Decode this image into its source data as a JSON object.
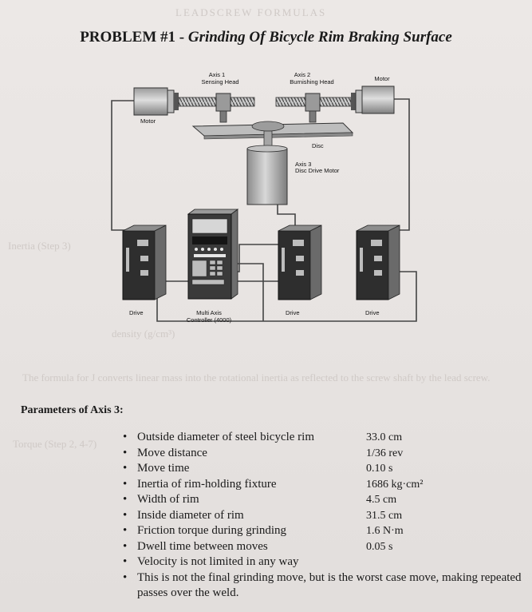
{
  "title": {
    "prefix": "PROBLEM #1 - ",
    "italic": "Grinding Of Bicycle Rim Braking Surface"
  },
  "diagram": {
    "axis1_label": "Axis 1",
    "axis1_sub": "Sensing Head",
    "axis2_label": "Axis 2",
    "axis2_sub": "Burnishing Head",
    "motor_right": "Motor",
    "motor_left": "Motor",
    "disc": "Disc",
    "axis3_label": "Axis 3",
    "axis3_sub": "Disc Drive Motor",
    "drive_labels": [
      "Drive",
      "Drive",
      "Drive"
    ],
    "controller_label": "Multi Axis",
    "controller_sub": "Controller (4000)"
  },
  "parameters": {
    "heading": "Parameters of Axis 3:",
    "items": [
      {
        "label": "Outside diameter of steel bicycle rim",
        "value": "33.0 cm"
      },
      {
        "label": "Move distance",
        "value": "1/36 rev"
      },
      {
        "label": "Move time",
        "value": "0.10 s"
      },
      {
        "label": "Inertia of rim-holding fixture",
        "value": "1686 kg·cm²"
      },
      {
        "label": "Width of rim",
        "value": "4.5 cm"
      },
      {
        "label": "Inside diameter of rim",
        "value": "31.5 cm"
      },
      {
        "label": "Friction torque during grinding",
        "value": "1.6 N·m"
      },
      {
        "label": "Dwell time between moves",
        "value": "0.05 s"
      },
      {
        "label": "Velocity is not limited in any way",
        "value": ""
      },
      {
        "label": "This is not the final grinding move, but is the worst case move, making repeated passes over the weld.",
        "value": ""
      }
    ]
  }
}
